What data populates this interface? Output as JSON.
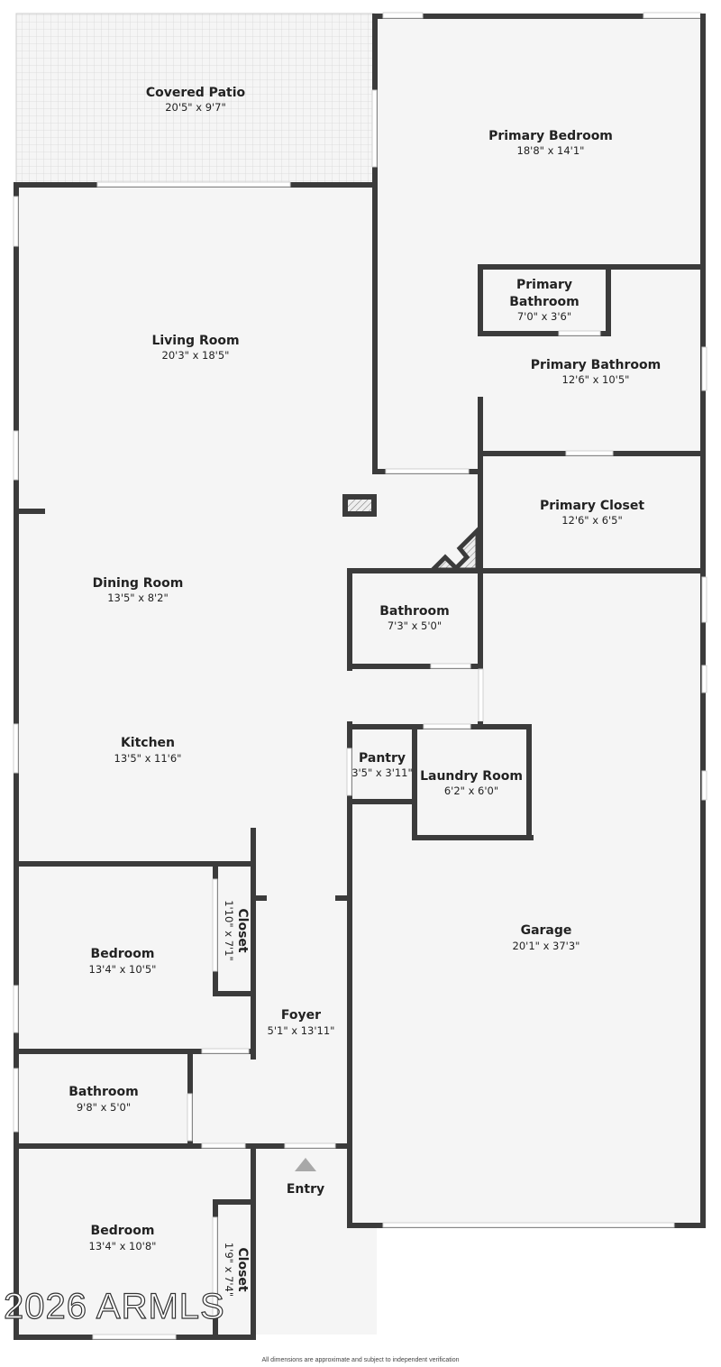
{
  "rooms": {
    "covered_patio": {
      "name": "Covered Patio",
      "dims": "20'5\" x 9'7\""
    },
    "primary_bedroom": {
      "name": "Primary Bedroom",
      "dims": "18'8\" x 14'1\""
    },
    "primary_bathroom_small": {
      "name_line1": "Primary",
      "name_line2": "Bathroom",
      "dims": "7'0\" x 3'6\""
    },
    "primary_bathroom": {
      "name": "Primary Bathroom",
      "dims": "12'6\" x 10'5\""
    },
    "living_room": {
      "name": "Living Room",
      "dims": "20'3\" x 18'5\""
    },
    "primary_closet": {
      "name": "Primary Closet",
      "dims": "12'6\" x 6'5\""
    },
    "dining_room": {
      "name": "Dining Room",
      "dims": "13'5\" x 8'2\""
    },
    "bathroom_hall": {
      "name": "Bathroom",
      "dims": "7'3\" x 5'0\""
    },
    "kitchen": {
      "name": "Kitchen",
      "dims": "13'5\" x 11'6\""
    },
    "pantry": {
      "name": "Pantry",
      "dims": "3'5\" x 3'11\""
    },
    "laundry_room": {
      "name": "Laundry Room",
      "dims": "6'2\" x 6'0\""
    },
    "garage": {
      "name": "Garage",
      "dims": "20'1\" x 37'3\""
    },
    "bedroom_1": {
      "name": "Bedroom",
      "dims": "13'4\" x 10'5\""
    },
    "closet_1": {
      "name": "Closet",
      "dims": "1'10\" x 7'1\""
    },
    "foyer": {
      "name": "Foyer",
      "dims": "5'1\" x 13'11\""
    },
    "bathroom_2": {
      "name": "Bathroom",
      "dims": "9'8\" x 5'0\""
    },
    "bedroom_2": {
      "name": "Bedroom",
      "dims": "13'4\" x 10'8\""
    },
    "closet_2": {
      "name": "Closet",
      "dims": "1'9\" x 7'4\""
    }
  },
  "entry_label": "Entry",
  "watermark": "2026 ARMLS",
  "footer_note": "All dimensions are approximate and subject to independent verification",
  "colors": {
    "wall": "#3b3b3b",
    "floor": "#f5f5f5",
    "entry_arrow": "#a8a8a8"
  }
}
